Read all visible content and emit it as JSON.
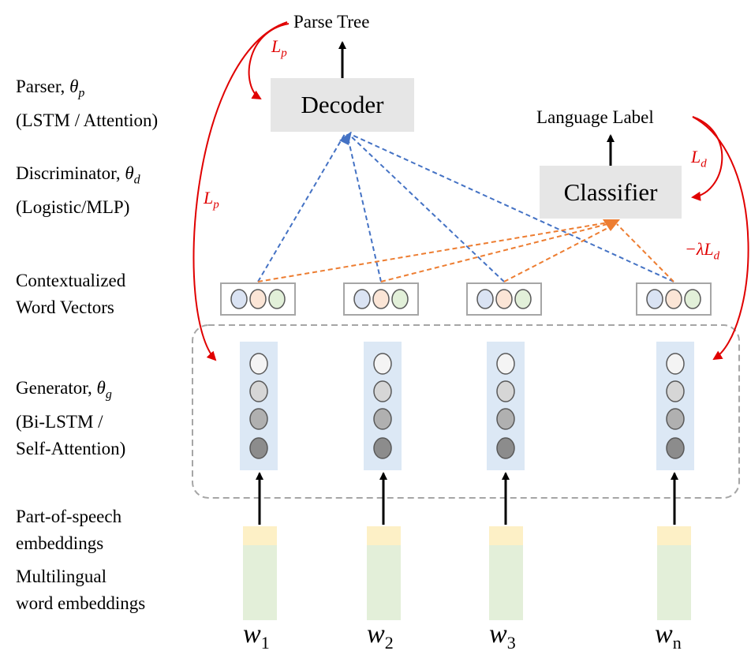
{
  "left_labels": {
    "parser": {
      "line1_prefix": "Parser, ",
      "line1_symbol": "θ",
      "line1_sub": "p",
      "line2": "(LSTM / Attention)"
    },
    "discriminator": {
      "line1_prefix": "Discriminator, ",
      "line1_symbol": "θ",
      "line1_sub": "d",
      "line2": "(Logistic/MLP)"
    },
    "contextualized": {
      "line1": "Contextualized",
      "line2": "Word Vectors"
    },
    "generator": {
      "line1_prefix": "Generator, ",
      "line1_symbol": "θ",
      "line1_sub": "g",
      "line2": "(Bi-LSTM /",
      "line3": "Self-Attention)"
    },
    "pos": {
      "line1": "Part-of-speech",
      "line2": "embeddings"
    },
    "multilingual": {
      "line1": "Multilingual",
      "line2": "word embeddings"
    }
  },
  "nodes": {
    "parse_tree": "Parse Tree",
    "decoder": "Decoder",
    "language_label": "Language Label",
    "classifier": "Classifier"
  },
  "losses": {
    "lp_top": {
      "symbol": "L",
      "sub": "p"
    },
    "lp_side": {
      "symbol": "L",
      "sub": "p"
    },
    "ld": {
      "symbol": "L",
      "sub": "d"
    },
    "neg_lambda_ld": {
      "prefix": "−λL",
      "sub": "d"
    }
  },
  "words": [
    {
      "symbol": "w",
      "sub": "1"
    },
    {
      "symbol": "w",
      "sub": "2"
    },
    {
      "symbol": "w",
      "sub": "3"
    },
    {
      "symbol": "w",
      "sub": "n"
    }
  ],
  "colors": {
    "box_fill": "#e6e6e6",
    "generator_fill": "#dce8f5",
    "pos_fill": "#fdf0c6",
    "word_emb_fill": "#e3efd9",
    "blue_dashed": "#4472c4",
    "orange_dashed": "#ed7d31",
    "red_loss": "#e00000",
    "vector_blue": "#dae3f3",
    "vector_red": "#fbe5d6",
    "vector_green": "#e2f0d9"
  }
}
